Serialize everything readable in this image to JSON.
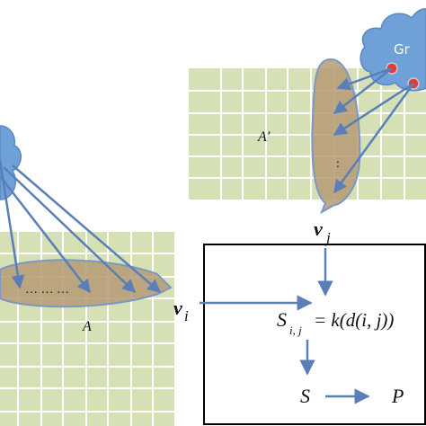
{
  "labels": {
    "cloud_right": "Gr",
    "matrix_right": "A′",
    "matrix_left": "A",
    "vj_main": "v",
    "vj_sub": "j",
    "vi_main": "v",
    "vi_sub": "i",
    "dots_left": "… … …",
    "dots_right": ":",
    "formula_S": "S",
    "formula_sub": "i, j",
    "formula_rhs": " = k(d(i, j))",
    "output_S": "S",
    "output_P": "P"
  },
  "colors": {
    "grid_fill": "#d5e0b5",
    "grid_line": "#ffffff",
    "cloud_fill": "#6fa0d8",
    "ellipse_fill": "#b59a74",
    "ellipse_stroke": "#7a97c6",
    "arrow": "#5a7fb8",
    "node_red": "#e33a3a",
    "box_stroke": "#000000"
  }
}
